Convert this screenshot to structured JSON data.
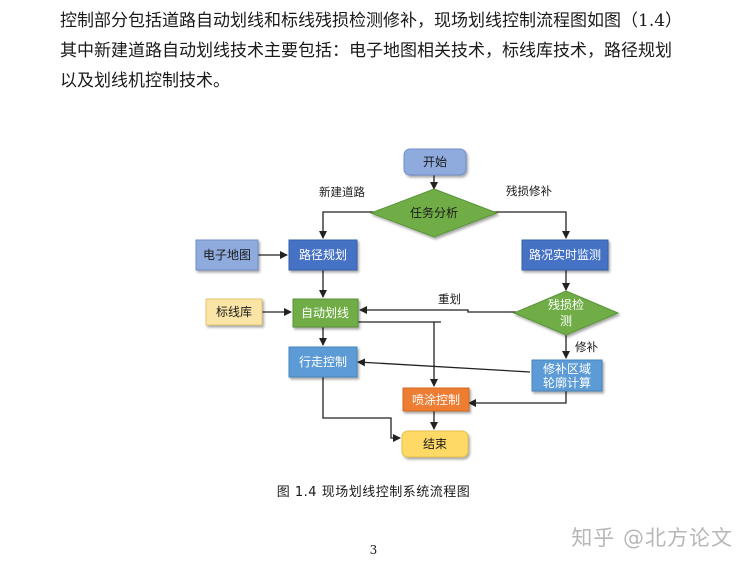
{
  "paragraph": {
    "lines": [
      "控制部分包括道路自动划线和标线残损检测修补，现场划线控制流程图如图（1.4）",
      "其中新建道路自动划线技术主要包括：电子地图相关技术，标线库技术，路径规划",
      "以及划线机控制技术。"
    ]
  },
  "flowchart": {
    "nodes": {
      "start": "开始",
      "task_analysis": "任务分析",
      "e_map": "电子地图",
      "path_planning": "路径规划",
      "road_monitor": "路况实时监测",
      "marking_lib": "标线库",
      "auto_marking": "自动划线",
      "damage_detect_1": "残损检",
      "damage_detect_2": "测",
      "travel_control": "行走控制",
      "repair_calc_1": "修补区域",
      "repair_calc_2": "轮廓计算",
      "spray_control": "喷涂控制",
      "end": "结束"
    },
    "edge_labels": {
      "new_road": "新建道路",
      "damage_repair": "残损修补",
      "redraw": "重划",
      "repair": "修补"
    },
    "colors": {
      "blue": "#4472c4",
      "light_blue": "#5b9bd5",
      "green": "#70ad47",
      "orange": "#ed7d31",
      "light_yellow": "#ffd966",
      "pale_yellow": "#fbe5a6",
      "pale_blue": "#8faadc"
    }
  },
  "caption": "图 1.4  现场划线控制系统流程图",
  "page_number": "3",
  "watermark": "知乎 @北方论文"
}
